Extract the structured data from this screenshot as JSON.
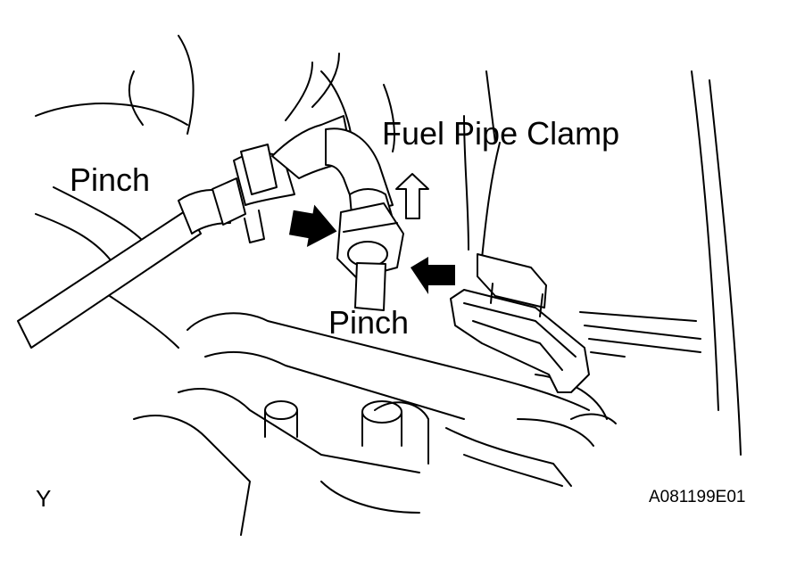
{
  "labels": {
    "pinch_left": "Pinch",
    "pinch_right": "Pinch",
    "fuel_pipe_clamp": "Fuel Pipe Clamp",
    "view_letter": "Y",
    "figure_code": "A081199E01"
  },
  "arrows": {
    "pinch_arrow_1": "pinch-direction",
    "pinch_arrow_2": "pinch-direction",
    "removal_arrow": "pull-up-direction"
  },
  "colors": {
    "line": "#000000",
    "background": "#ffffff"
  }
}
